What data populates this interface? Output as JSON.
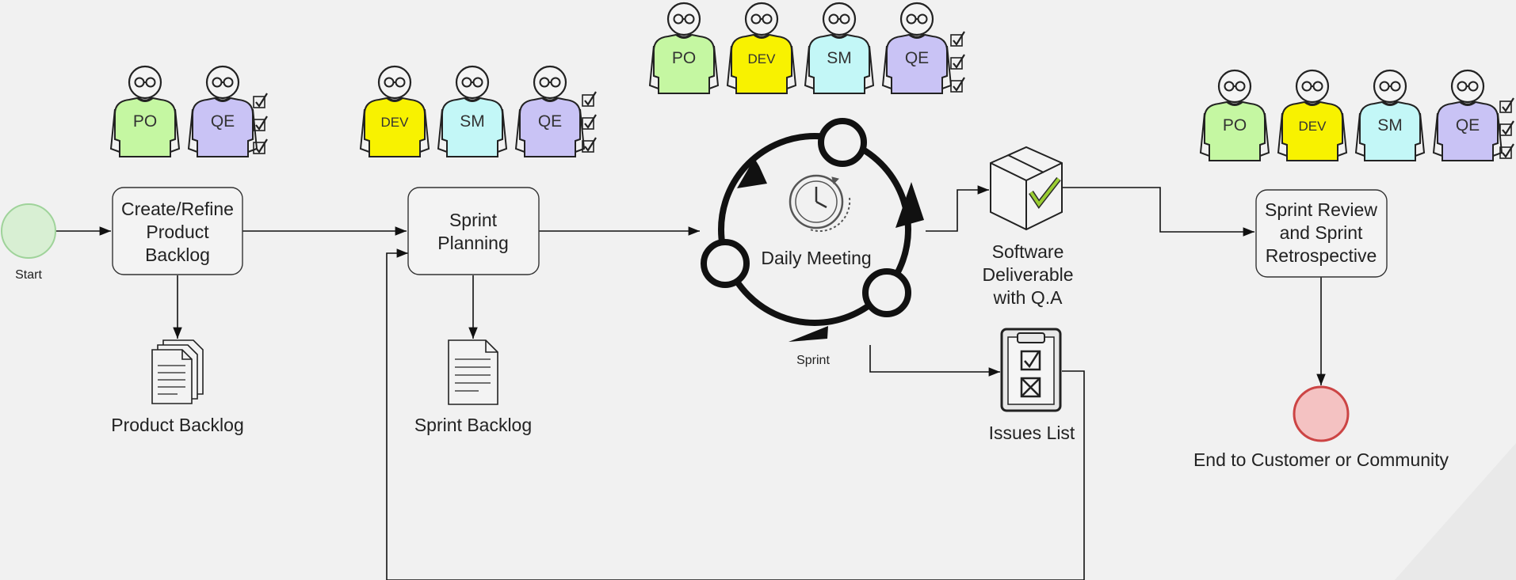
{
  "colors": {
    "po": "#c5f7a2",
    "dev": "#f8f200",
    "sm": "#c3f7f7",
    "qe": "#c9c3f5",
    "start": "#d8efd3",
    "end": "#f4c2c2",
    "check": "#9acd32"
  },
  "start_label": "Start",
  "process": {
    "backlog": [
      "Create/Refine",
      "Product",
      "Backlog"
    ],
    "planning": [
      "Sprint",
      "Planning"
    ],
    "review": [
      "Sprint Review",
      "and Sprint",
      "Retrospective"
    ]
  },
  "artifacts": {
    "product_backlog": "Product Backlog",
    "sprint_backlog": "Sprint Backlog",
    "deliverable": [
      "Software",
      "Deliverable",
      "with Q.A"
    ],
    "issues": "Issues List"
  },
  "sprint": {
    "daily_meeting": "Daily Meeting",
    "label": "Sprint"
  },
  "end_label": "End to Customer or Community",
  "roles": {
    "po": "PO",
    "dev": "DEV",
    "sm": "SM",
    "qe": "QE"
  },
  "icons": [
    "person-icon",
    "checklist-icon",
    "documents-icon",
    "document-icon",
    "clock-icon",
    "box-icon",
    "clipboard-icon"
  ]
}
